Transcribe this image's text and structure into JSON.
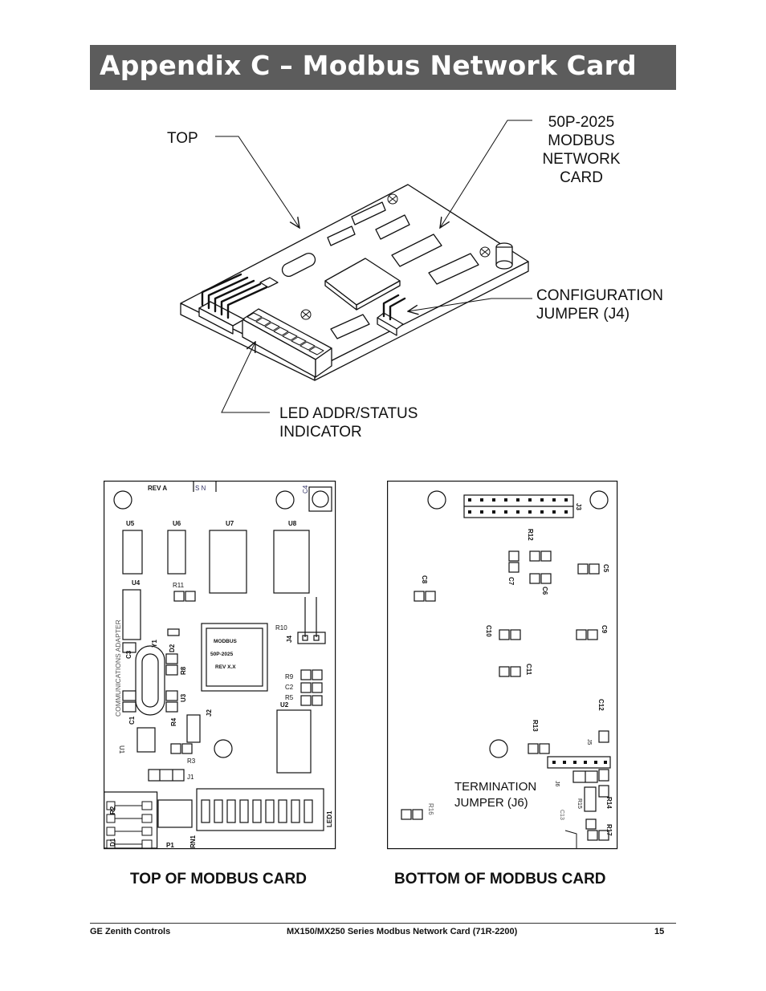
{
  "header": {
    "title": "Appendix C – Modbus Network Card"
  },
  "iso": {
    "callout_top": "TOP",
    "callout_card": [
      "50P-2025",
      "MODBUS",
      "NETWORK",
      "CARD"
    ],
    "callout_jumper": [
      "CONFIGURATION",
      "JUMPER (J4)"
    ],
    "callout_led": [
      "LED ADDR/STATUS",
      "INDICATOR"
    ]
  },
  "top_board": {
    "rev": "REV A",
    "mark": "S N",
    "vertical_text": "COMMUNICATIONS ADAPTER",
    "chip_lines": [
      "MODBUS",
      "50P-2025",
      "REV X.X"
    ],
    "labels": {
      "U5": "U5",
      "U6": "U6",
      "U7": "U7",
      "U8": "U8",
      "U4": "U4",
      "R11": "R11",
      "C4": "C4",
      "R10": "R10",
      "J4": "J4",
      "C3": "C3",
      "Y1": "Y1",
      "D2": "D2",
      "R8": "R8",
      "U3": "U3",
      "J2": "J2",
      "C1": "C1",
      "R4": "R4",
      "U1": "U1",
      "R3": "R3",
      "J1": "J1",
      "R9": "R9",
      "C2": "C2",
      "R5": "R5",
      "U2": "U2",
      "R2": "R2",
      "D1": "D1",
      "P1": "P1",
      "RN1": "RN1",
      "LED1": "LED1"
    }
  },
  "bottom_board": {
    "termination": [
      "TERMINATION",
      "JUMPER (J6)"
    ],
    "labels": {
      "J3": "J3",
      "R12": "R12",
      "C5": "C5",
      "C7": "C7",
      "C6": "C6",
      "C8": "C8",
      "C10": "C10",
      "C9": "C9",
      "C11": "C11",
      "C12": "C12",
      "R13": "R13",
      "J5": "J5",
      "J6": "J6",
      "R15": "R15",
      "R14": "R14",
      "R16": "R16",
      "C13": "C13",
      "R17": "R17"
    }
  },
  "captions": {
    "top": "TOP OF MODBUS CARD",
    "bottom": "BOTTOM OF MODBUS CARD"
  },
  "footer": {
    "left": "GE Zenith Controls",
    "center": "MX150/MX250 Series Modbus Network Card (71R-2200)",
    "page": "15"
  }
}
